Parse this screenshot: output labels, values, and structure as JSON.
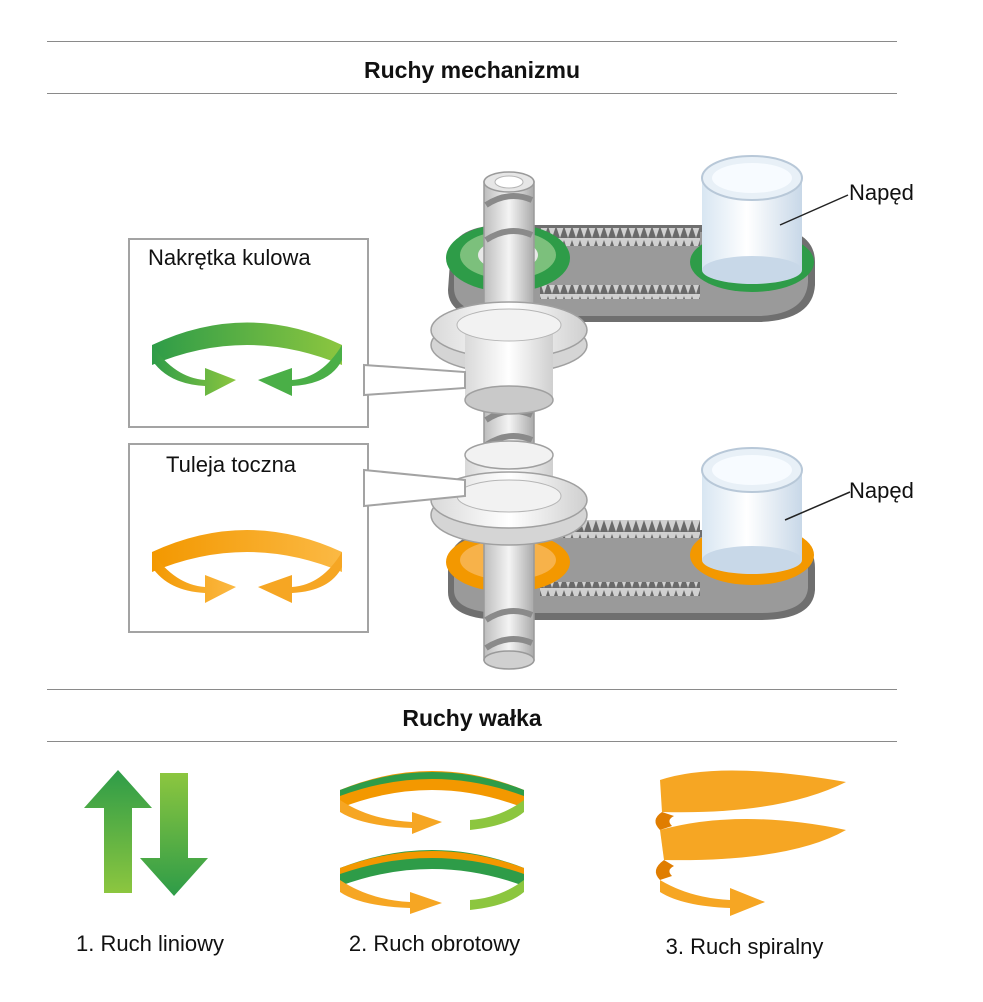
{
  "sections": {
    "mechanism_title": "Ruchy mechanizmu",
    "shaft_title": "Ruchy wałka"
  },
  "mechanism": {
    "ball_nut_label": "Nakrętka kulowa",
    "bushing_label": "Tuleja toczna",
    "drive_top_label": "Napęd",
    "drive_bottom_label": "Napęd"
  },
  "motions": [
    {
      "label": "1. Ruch liniowy"
    },
    {
      "label": "2. Ruch obrotowy"
    },
    {
      "label": "3. Ruch spiralny"
    }
  ],
  "colors": {
    "green": "#2e9c48",
    "green_light": "#8cc63f",
    "orange": "#f39800",
    "orange_light": "#fbb944",
    "gray_belt": "#6f6f6f",
    "rule": "#8a8a8a"
  }
}
